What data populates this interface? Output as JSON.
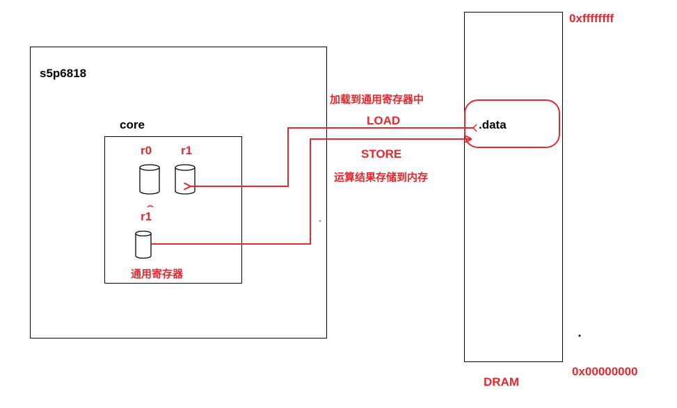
{
  "chip": {
    "label": "s5p6818"
  },
  "core": {
    "label": "core"
  },
  "registers": {
    "r0": "r0",
    "r1": "r1",
    "r1_target": "r1",
    "general_label": "通用寄存器"
  },
  "memory": {
    "label": "DRAM",
    "top_address": "0xffffffff",
    "bottom_address": "0x00000000",
    "data_section": ".data"
  },
  "operations": {
    "load_desc": "加载到通用寄存器中",
    "load": "LOAD",
    "store": "STORE",
    "store_desc": "运算结果存储到内存"
  },
  "colors": {
    "accent": "#e8262b",
    "line": "#000000"
  }
}
